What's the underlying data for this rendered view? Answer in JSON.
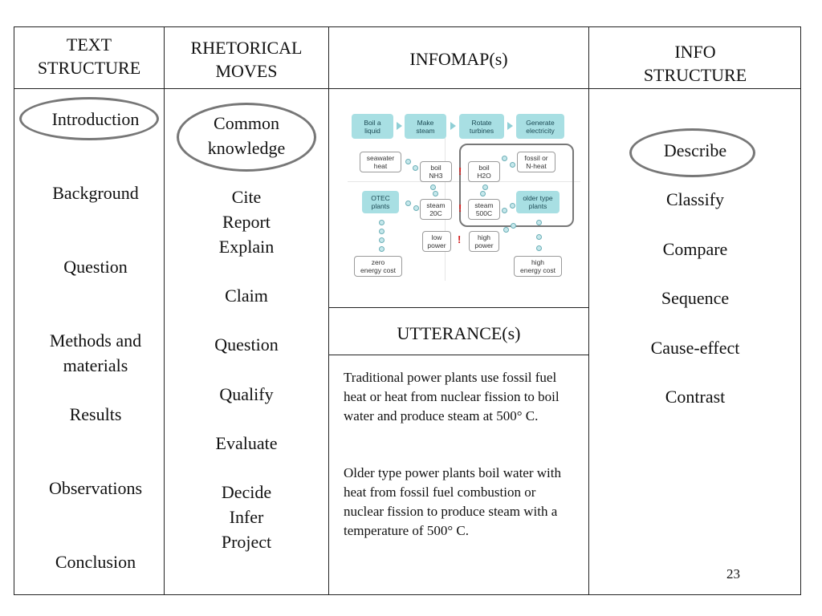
{
  "headers": {
    "text_structure": [
      "TEXT",
      "STRUCTURE"
    ],
    "rhetorical_moves": [
      "RHETORICAL",
      "MOVES"
    ],
    "infomap": "INFOMAP(s)",
    "info_structure": [
      "INFO",
      "STRUCTURE"
    ],
    "utterance": "UTTERANCE(s)"
  },
  "text_structure": [
    [
      "Introduction"
    ],
    [
      "Background"
    ],
    [
      "Question"
    ],
    [
      "Methods and",
      "materials"
    ],
    [
      "Results"
    ],
    [
      "Observations"
    ],
    [
      "Conclusion"
    ]
  ],
  "rhetorical_moves": [
    [
      "Common",
      "knowledge"
    ],
    [
      "Cite",
      "Report",
      "Explain"
    ],
    [
      "Claim"
    ],
    [
      "Question"
    ],
    [
      "Qualify"
    ],
    [
      "Evaluate"
    ],
    [
      "Decide",
      "Infer",
      "Project"
    ]
  ],
  "info_structure": [
    "Describe",
    "Classify",
    "Compare",
    "Sequence",
    "Cause-effect",
    "Contrast"
  ],
  "infomap": {
    "top_row": [
      [
        "Boil a",
        "liquid"
      ],
      [
        "Make",
        "steam"
      ],
      [
        "Rotate",
        "turbines"
      ],
      [
        "Generate",
        "electricity"
      ]
    ],
    "seawater": [
      "seawater",
      "heat"
    ],
    "boil_nh3": [
      "boil",
      "NH3"
    ],
    "boil_h2o": [
      "boil",
      "H2O"
    ],
    "fossil": [
      "fossil or",
      "N-heat"
    ],
    "otec": [
      "OTEC",
      "plants"
    ],
    "steam20": [
      "steam",
      "20C"
    ],
    "steam500": [
      "steam",
      "500C"
    ],
    "older": [
      "older type",
      "plants"
    ],
    "low_power": [
      "low",
      "power"
    ],
    "high_power": [
      "high",
      "power"
    ],
    "zero_cost": [
      "zero",
      "energy cost"
    ],
    "high_cost": [
      "high",
      "energy cost"
    ],
    "bang": "!"
  },
  "utterances": [
    "Traditional power plants use fossil fuel heat or heat from nuclear fission to boil water and produce steam at 500° C.",
    "Older type power plants boil water with heat from fossil fuel combustion or nuclear fission to produce steam with a temperature of 500° C."
  ],
  "page_number": "23"
}
